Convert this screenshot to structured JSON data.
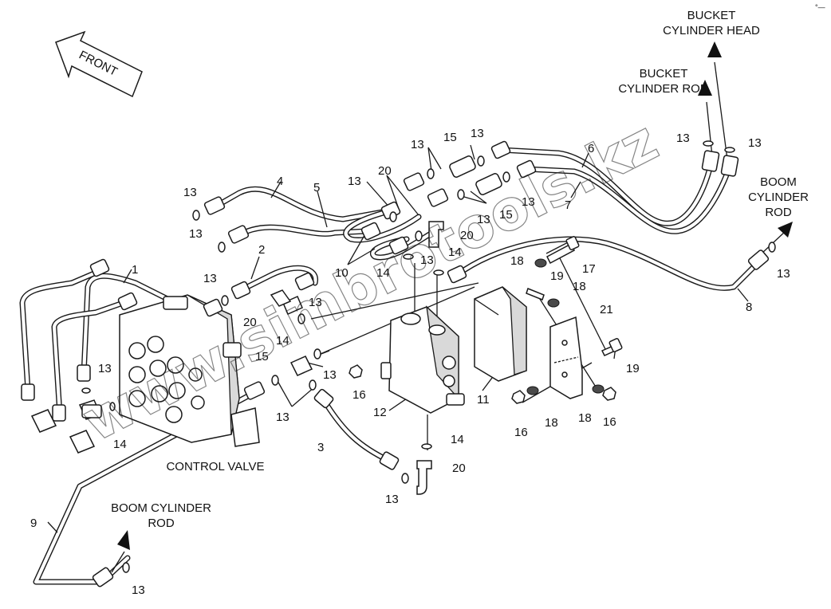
{
  "front_label": "FRONT",
  "callouts": {
    "bucket_head": [
      "BUCKET",
      "CYLINDER HEAD"
    ],
    "bucket_rod": [
      "BUCKET",
      "CYLINDER ROD"
    ],
    "boom_rod_right": [
      "BOOM",
      "CYLINDER",
      "ROD"
    ],
    "boom_rod_bottom": [
      "BOOM CYLINDER",
      "ROD"
    ],
    "control_valve": "CONTROL VALVE"
  },
  "part_numbers": {
    "n1": "1",
    "n2": "2",
    "n3": "3",
    "n4": "4",
    "n5": "5",
    "n6": "6",
    "n7": "7",
    "n8": "8",
    "n9": "9",
    "n10": "10",
    "n11": "11",
    "n12": "12",
    "n13": "13",
    "n14": "14",
    "n15": "15",
    "n16": "16",
    "n17": "17",
    "n18": "18",
    "n19": "19",
    "n20": "20",
    "n21": "21"
  },
  "watermark": "www.simbrotools.kz",
  "corner_mark": "°—"
}
